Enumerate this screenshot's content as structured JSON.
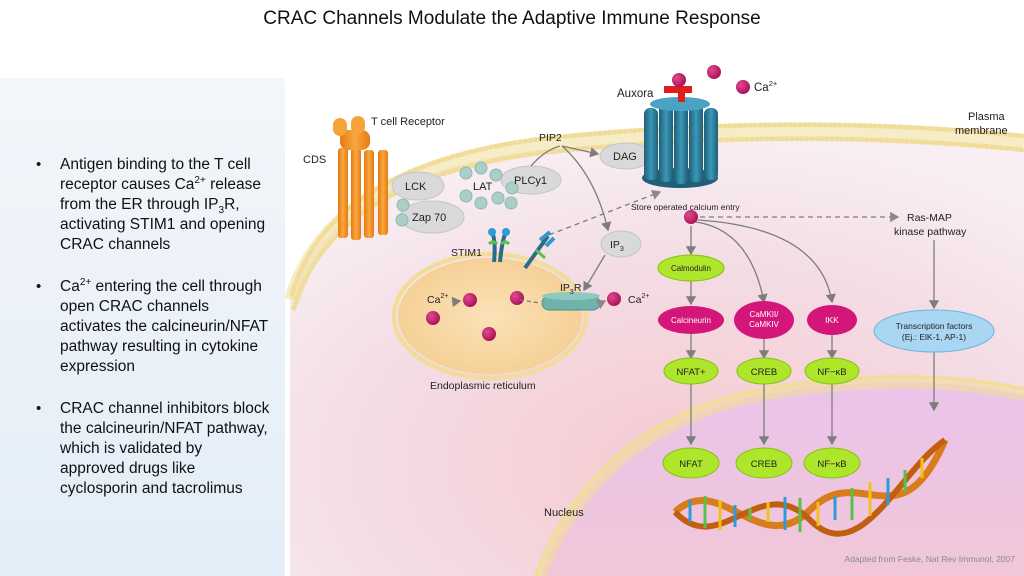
{
  "title": "CRAC Channels Modulate the Adaptive Immune Response",
  "bullets": [
    {
      "parts": [
        {
          "t": "Antigen binding to the T cell receptor causes Ca"
        },
        {
          "sup": "2+"
        },
        {
          "t": " release from the ER through IP"
        },
        {
          "sub": "3"
        },
        {
          "t": "R, activating STIM1 and opening CRAC channels"
        }
      ]
    },
    {
      "parts": [
        {
          "t": "Ca"
        },
        {
          "sup": "2+"
        },
        {
          "t": " entering the cell through open CRAC channels activates the calcineurin/NFAT pathway resulting in cytokine expression"
        }
      ]
    },
    {
      "parts": [
        {
          "t": "CRAC channel inhibitors block the calcineurin/NFAT pathway, which is validated by approved drugs like cyclosporin and tacrolimus"
        }
      ]
    }
  ],
  "labels": {
    "auxora": "Auxora",
    "ca": "Ca",
    "ca_sup": "2+",
    "t_cell_receptor": "T cell Receptor",
    "cds": "CDS",
    "plasma_membrane_1": "Plasma",
    "plasma_membrane_2": "membrane",
    "pip2": "PIP2",
    "dag": "DAG",
    "lck": "LCK",
    "lat": "LAT",
    "plcy1": "PLCy1",
    "zap70": "Zap 70",
    "store_operated": "Store operated calcium entry",
    "ras_map_1": "Ras-MAP",
    "ras_map_2": "kinase pathway",
    "stim1": "STIM1",
    "ip3": "IP",
    "ip3_sub": "3",
    "ip3r": "IP",
    "ip3r_sub": "3",
    "ip3r_r": "R",
    "er": "Endoplasmic reticulum",
    "nucleus": "Nucleus",
    "calmodulin": "Calmodulin",
    "calcineurin": "Calcineurin",
    "camk_1": "CaMKII/",
    "camk_2": "CaMKIV",
    "ikk": "IKK",
    "tf_1": "Transcription factors",
    "tf_2": "(Ej.: ElK-1, AP-1)",
    "nfat_plus": "NFAT+",
    "creb": "CREB",
    "nfkb": "NF−κB",
    "nfat": "NFAT",
    "creb_n": "CREB",
    "nfkb_n": "NF−κB",
    "citation": "Adapted from Feske, Nat Rev Immunol, 2007"
  },
  "colors": {
    "calcium": "#c2185b",
    "green_node": "#aee62b",
    "magenta_node": "#d4157a",
    "channel": "#2f7f9a",
    "receptor": "#f08c1e",
    "tf_node": "#a9d7f3",
    "er_fill": "#f9dcae",
    "membrane_bead": "#f3e3a8",
    "auxora_block": "#e11d1d"
  }
}
